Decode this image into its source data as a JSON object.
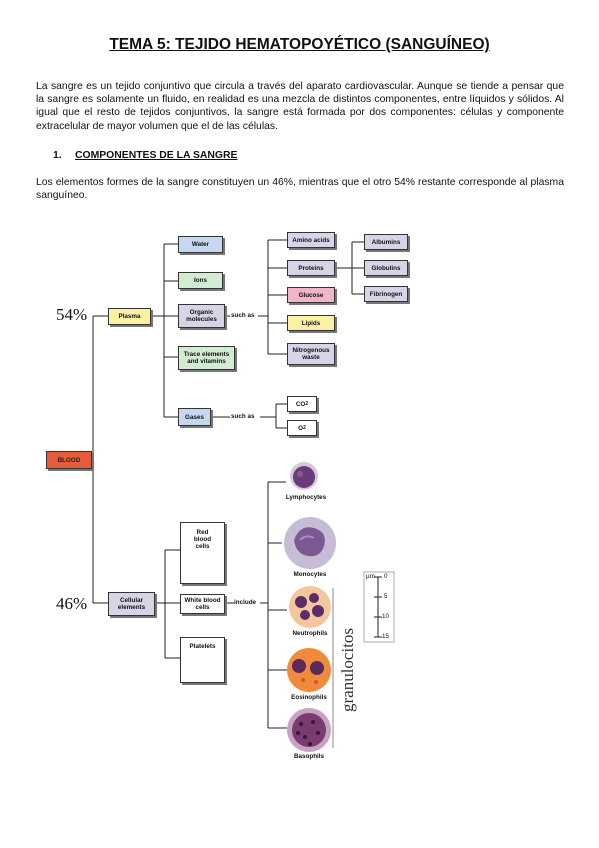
{
  "document": {
    "title": "TEMA 5: TEJIDO HEMATOPOYÉTICO (SANGUÍNEO)",
    "intro": "La sangre es un tejido conjuntivo que circula a través del aparato cardiovascular. Aunque se tiende a pensar que la sangre es solamente un fluido, en realidad es una mezcla de distintos componentes, entre líquidos y sólidos. Al igual que el resto de tejidos conjuntivos, la sangre está formada por dos componentes: células y componente extracelular de mayor volumen que el de las células.",
    "section_number": "1.",
    "section_title": "COMPONENTES DE LA SANGRE",
    "section_text": "Los elementos formes de la sangre constituyen un 46%, mientras que el otro 54% restante corresponde al plasma sanguíneo."
  },
  "diagram": {
    "blood": "BLOOD",
    "plasma_pct": "54%",
    "cells_pct": "46%",
    "plasma": "Plasma",
    "cellular": "Cellular elements",
    "plasma_items": {
      "water": "Water",
      "ions": "Ions",
      "organic": "Organic molecules",
      "trace": "Trace elements and vitamins",
      "gases": "Gases"
    },
    "such_as_1": "such as",
    "such_as_2": "such as",
    "organic_items": {
      "amino": "Amino acids",
      "proteins": "Proteins",
      "glucose": "Glucose",
      "lipids": "Lipids",
      "nitrogenous": "Nitrogenous waste"
    },
    "protein_items": {
      "albumins": "Albumins",
      "globulins": "Globulins",
      "fibrinogen": "Fibrinogen"
    },
    "gas_items": {
      "co2": "CO",
      "co2_sub": "2",
      "o2": "O",
      "o2_sub": "2"
    },
    "cell_items": {
      "rbc": "Red blood cells",
      "wbc": "White blood cells",
      "platelets": "Platelets"
    },
    "include": "include",
    "leukocytes": {
      "lymphocytes": "Lymphocytes",
      "monocytes": "Monocytes",
      "neutrophils": "Neutrophils",
      "eosinophils": "Eosinophils",
      "basophils": "Basophils"
    },
    "granulocytes": "granulocitos",
    "scale": {
      "unit": "µm",
      "ticks": [
        "0",
        "5",
        "10",
        "15"
      ]
    }
  }
}
